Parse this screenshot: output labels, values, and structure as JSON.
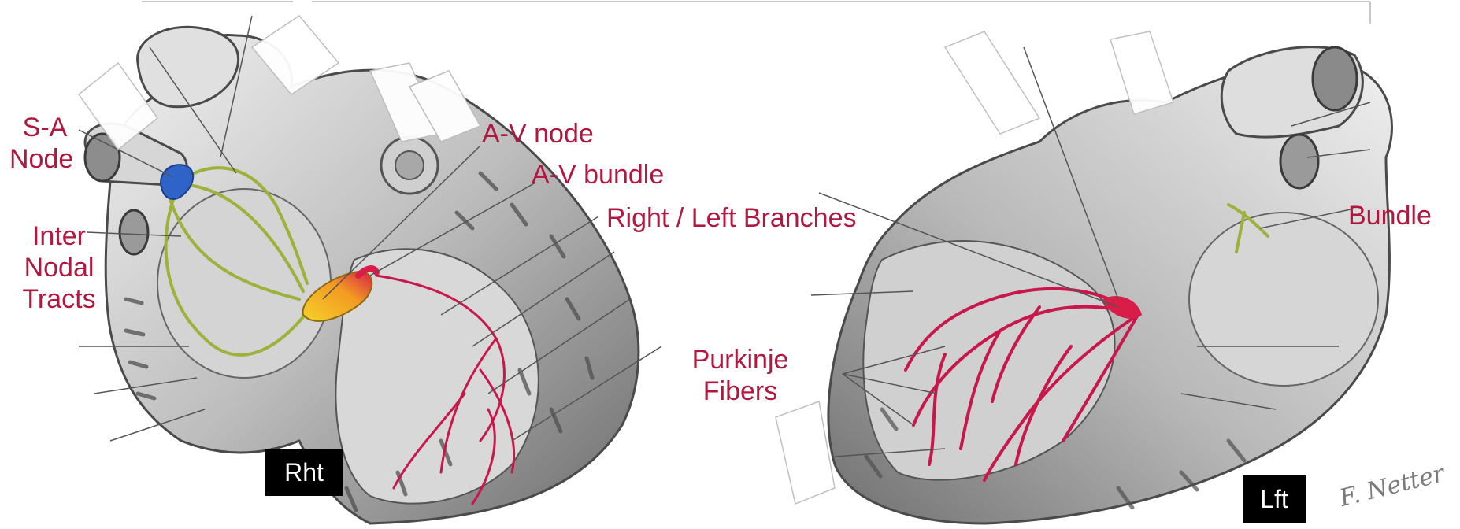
{
  "labels": {
    "sa_node_line1": "S-A",
    "sa_node_line2": "Node",
    "internodal_line1": "Inter",
    "internodal_line2": "Nodal",
    "internodal_line3": "Tracts",
    "av_node": "A-V node",
    "av_bundle": "A-V bundle",
    "branches": "Right / Left Branches",
    "bundle": "Bundle",
    "purkinje_line1": "Purkinje",
    "purkinje_line2": "Fibers"
  },
  "side_tags": {
    "right": "Rht",
    "left": "Lft"
  },
  "signature": "F. Netter",
  "colors": {
    "label": "#b0183f",
    "sa_node": "#2f63c8",
    "av_node": "#f0c020",
    "av_bundle": "#d81e48",
    "tracts": "#9cb23a",
    "purkinje": "#c8174a",
    "tag_bg": "#000000",
    "tag_text": "#ffffff"
  }
}
